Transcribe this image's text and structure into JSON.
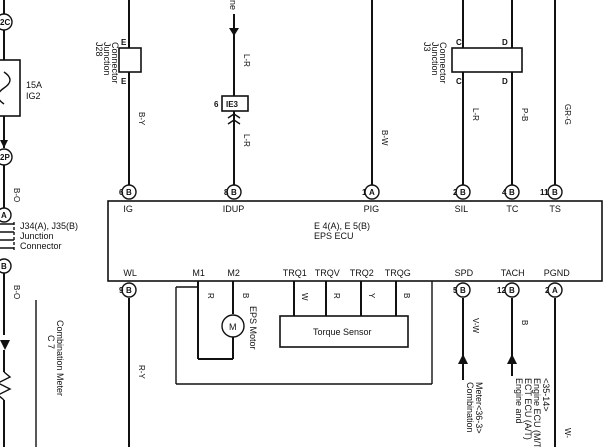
{
  "left": {
    "top_code": "2C",
    "fuse": "15A",
    "fuse_name": "IG2",
    "mid_code": "2P",
    "wire_b_o_1": "B-O",
    "wire_b_o_2": "B-O",
    "pin_a": "A",
    "pin_b": "B",
    "jc_line1": "J34(A), J35(B)",
    "jc_line2": "Junction",
    "jc_line3": "Connector",
    "meter_code": "C 7",
    "meter_name": "Combination Meter"
  },
  "jb": {
    "j28_name": "J28",
    "j28_sub1": "Junction",
    "j28_sub2": "Connector",
    "j28_pin": "E",
    "j28_pin2": "E",
    "j3_name": "J3",
    "j3_sub1": "Junction",
    "j3_sub2": "Connector",
    "j3_pin_c": "C",
    "j3_pin_c2": "C",
    "j3_pin_d": "D",
    "j3_pin_d2": "D",
    "top_label": "ne",
    "ie3": "IE3",
    "ie3_pin": "6"
  },
  "wires": {
    "by": "B-Y",
    "lr_top": "L-R",
    "lr_mid": "L-R",
    "bw": "B-W",
    "lr_right": "L-R",
    "pb": "P-B",
    "grg": "GR-G",
    "ry": "R-Y",
    "vw": "V-W",
    "w_end": "W-",
    "m_r": "R",
    "m_b": "B",
    "t_w": "W",
    "t_r": "R",
    "t_y": "Y",
    "t_b": "B",
    "tach_b": "B"
  },
  "ecu": {
    "name_line1": "E 4(A), E 5(B)",
    "name_line2": "EPS ECU",
    "top_pins": [
      {
        "num": "6",
        "letter": "B",
        "label": "IG"
      },
      {
        "num": "8",
        "letter": "B",
        "label": "IDUP"
      },
      {
        "num": "1",
        "letter": "A",
        "label": "PIG"
      },
      {
        "num": "2",
        "letter": "B",
        "label": "SIL"
      },
      {
        "num": "4",
        "letter": "B",
        "label": "TC"
      },
      {
        "num": "11",
        "letter": "B",
        "label": "TS"
      }
    ],
    "bottom_pins": [
      {
        "num": "9",
        "letter": "B",
        "label": "WL"
      },
      {
        "label": "M1"
      },
      {
        "label": "M2"
      },
      {
        "label": "TRQ1"
      },
      {
        "label": "TRQV"
      },
      {
        "label": "TRQ2"
      },
      {
        "label": "TRQG"
      },
      {
        "num": "5",
        "letter": "B",
        "label": "SPD"
      },
      {
        "num": "12",
        "letter": "B",
        "label": "TACH"
      },
      {
        "num": "2",
        "letter": "A",
        "label": "PGND"
      }
    ]
  },
  "motor": {
    "symbol": "M",
    "name": "EPS Motor"
  },
  "torque_sensor": "Torque Sensor",
  "dest": {
    "spd_line1": "Combination",
    "spd_line2": "Meter<36-3>",
    "tach_line1": "Engine and",
    "tach_line2": "ECT ECU (A/T)",
    "tach_line3": "Engine ECU (M/T)",
    "tach_line4": "<35-14>"
  }
}
